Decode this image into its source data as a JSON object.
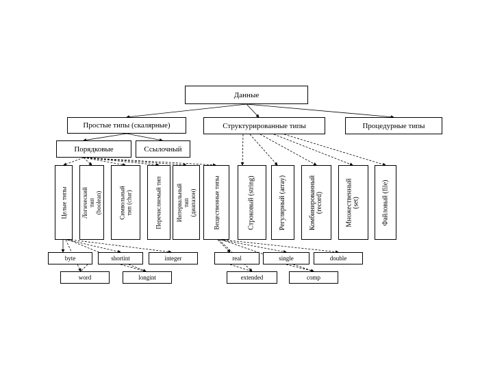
{
  "root": "Данные",
  "level1": {
    "simple": "Простые типы (скалярные)",
    "structured": "Структурированные типы",
    "procedural": "Процедурные типы"
  },
  "level2": {
    "ordinal": "Порядковые",
    "reference": "Ссылочный"
  },
  "ordinal_types": [
    "Целые типы",
    "Логический тип (boolean)",
    "Символьный тип (char)",
    "Перечисляемый тип",
    "Интервальный тип (диапазон)",
    "Вещественные типы"
  ],
  "structured_types": [
    "Строковый (string)",
    "Регулярный (array)",
    "Комбинированный (record)",
    "Множественный (set)",
    "Файловый (file)"
  ],
  "integer_types": [
    "byte",
    "shortint",
    "integer",
    "word",
    "longint"
  ],
  "real_types": [
    "real",
    "single",
    "double",
    "extended",
    "comp"
  ]
}
